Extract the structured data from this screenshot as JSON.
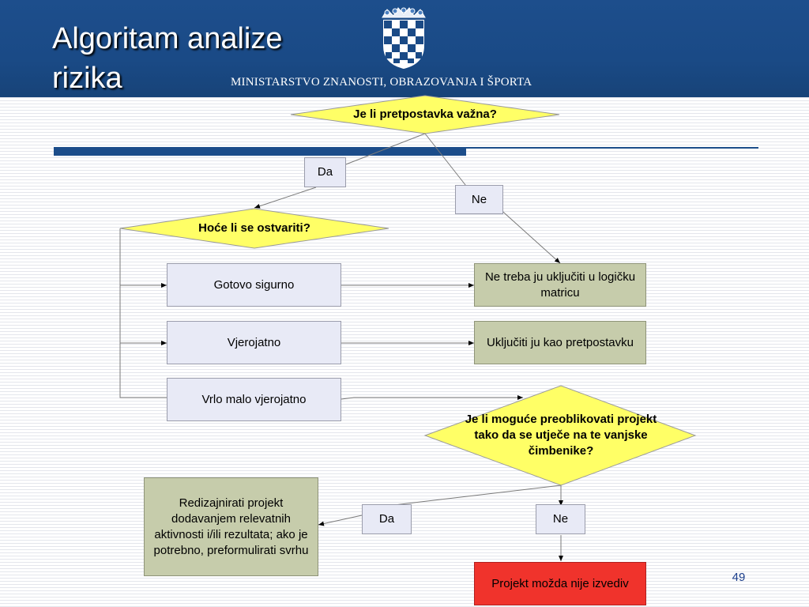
{
  "slide": {
    "title_line1": "Algoritam analize",
    "title_line2": "rizika",
    "ministry": "MINISTARSTVO ZNANOSTI, OBRAZOVANJA I ŠPORTA",
    "page_number": "49"
  },
  "colors": {
    "header_blue": "#1a4a86",
    "decision_yellow": "#ffff66",
    "process_blue": "#e8eaf6",
    "outcome_green": "#c6ccab",
    "stop_red": "#f0332c"
  },
  "flowchart": {
    "decision_important": "Je li pretpostavka važna?",
    "important_yes": "Da",
    "important_no": "Ne",
    "decision_happen": "Hoće li se ostvariti?",
    "opt_certain": "Gotovo sigurno",
    "opt_likely": "Vjerojatno",
    "opt_unlikely": "Vrlo malo vjerojatno",
    "out_not_include": "Ne treba ju uključiti u logičku matricu",
    "out_include": "Uključiti ju kao pretpostavku",
    "decision_redesign": "Je li moguće preoblikovati projekt tako da se utječe na te vanjske čimbenike?",
    "redesign_yes": "Da",
    "redesign_no": "Ne",
    "out_redesign": "Redizajnirati projekt dodavanjem relevatnih aktivnosti i/ili rezultata; ako je potrebno, preformulirati svrhu",
    "out_infeasible": "Projekt možda nije izvediv"
  }
}
